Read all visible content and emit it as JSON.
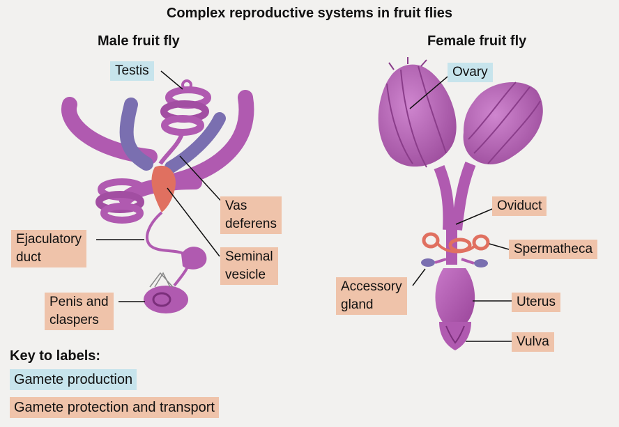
{
  "title": "Complex reproductive systems in fruit flies",
  "male": {
    "heading": "Male fruit fly",
    "labels": {
      "testis": "Testis",
      "vas_line1": "Vas",
      "vas_line2": "deferens",
      "seminal_line1": "Seminal",
      "seminal_line2": "vesicle",
      "ejac_line1": "Ejaculatory",
      "ejac_line2": "duct",
      "penis_line1": "Penis and",
      "penis_line2": "claspers"
    }
  },
  "female": {
    "heading": "Female fruit fly",
    "labels": {
      "ovary": "Ovary",
      "oviduct": "Oviduct",
      "spermatheca": "Spermatheca",
      "accessory_line1": "Accessory",
      "accessory_line2": "gland",
      "uterus": "Uterus",
      "vulva": "Vulva"
    }
  },
  "key": {
    "title": "Key to labels:",
    "production": "Gamete production",
    "transport": "Gamete protection and transport"
  },
  "colors": {
    "gamete_production": "#c7e4ec",
    "gamete_transport": "#efc3aa",
    "organ_purple": "#b05ab0",
    "organ_blue": "#7a6fb0",
    "seminal_red": "#e07060"
  }
}
